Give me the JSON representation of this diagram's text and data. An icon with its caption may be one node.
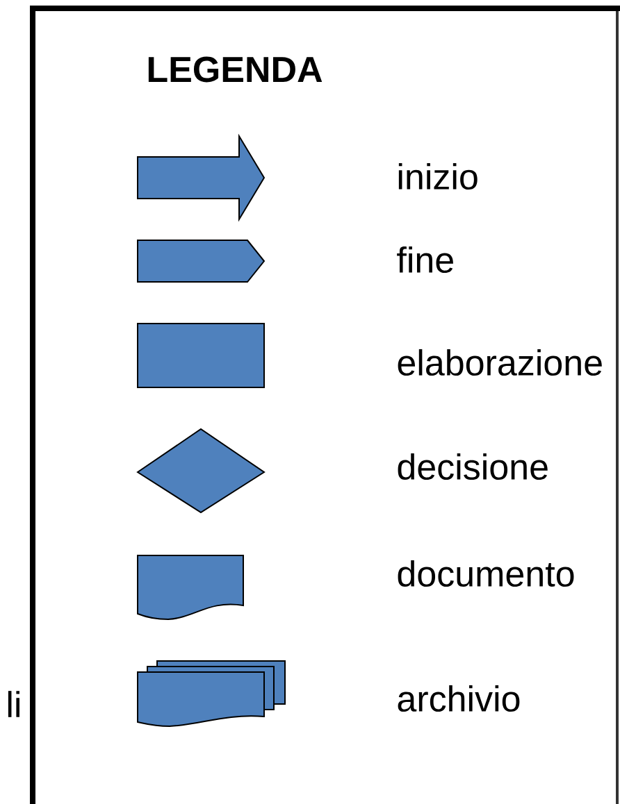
{
  "diagram": {
    "title": "LEGENDA",
    "labels": [
      "li"
    ],
    "legend": [
      {
        "text": "inizio"
      },
      {
        "text": "fine"
      },
      {
        "text": "elaborazione"
      },
      {
        "text": "decisione"
      },
      {
        "text": "documento"
      },
      {
        "text": "archivio"
      }
    ]
  }
}
